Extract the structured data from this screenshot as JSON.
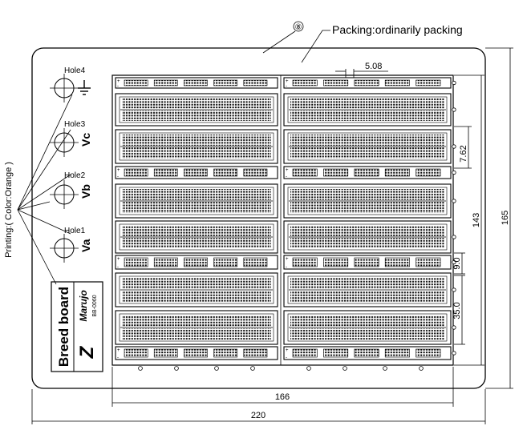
{
  "callout_number": "⑧",
  "packing_note": "Packing:ordinarily packing",
  "printing_note": "Printing:( Color:Orange )",
  "holes": [
    {
      "label": "Hole4",
      "symbol": "⏚"
    },
    {
      "label": "Hole3",
      "symbol": "Vc"
    },
    {
      "label": "Hole2",
      "symbol": "Vb"
    },
    {
      "label": "Hole1",
      "symbol": "Va"
    }
  ],
  "logo": {
    "brand_text": "Breed board",
    "model_name": "Marujo",
    "model_code": "BB-0060",
    "mark_text": "Z"
  },
  "dimensions": {
    "pitch": "5.08",
    "row_spacing": "7.62",
    "board_height": "143",
    "outer_height": "165",
    "strip_gap": "9.0",
    "terminal_height": "35.0",
    "board_width": "166",
    "outer_width": "220"
  },
  "colors": {
    "line": "#000000",
    "background": "#ffffff"
  }
}
